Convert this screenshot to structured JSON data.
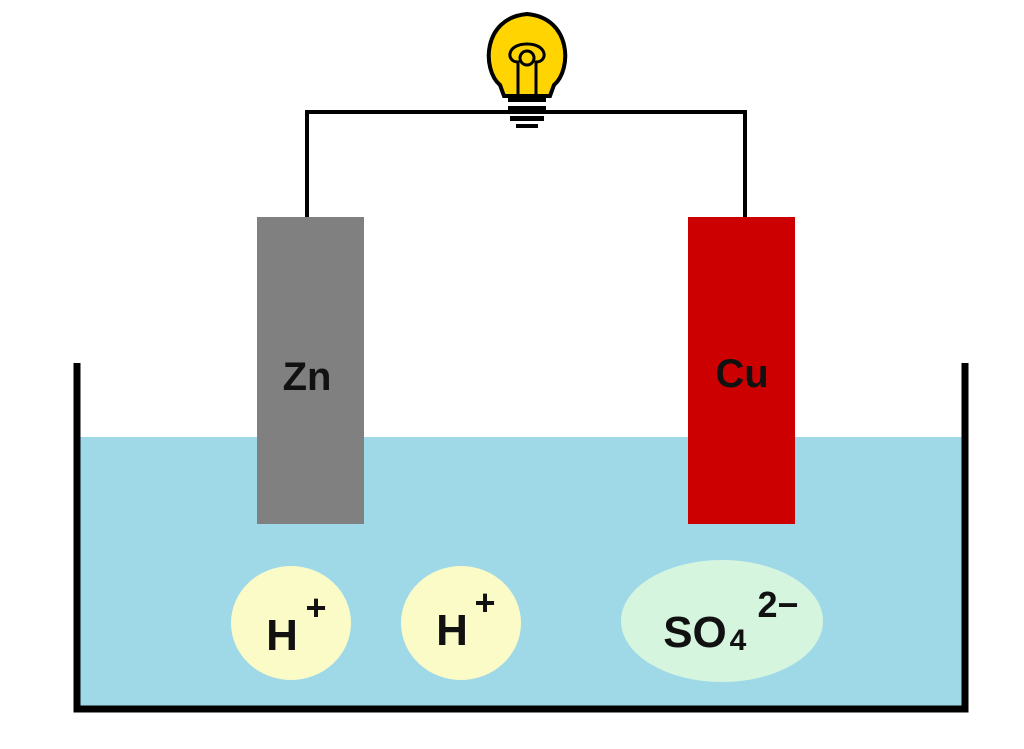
{
  "electrodes": {
    "left": {
      "label": "Zn",
      "color": "#808080"
    },
    "right": {
      "label": "Cu",
      "color": "#cc0000"
    }
  },
  "solution": {
    "color": "#9fd9e8"
  },
  "ions": [
    {
      "base": "H",
      "sub": "",
      "charge": "+",
      "color": "#fbfbc8"
    },
    {
      "base": "H",
      "sub": "",
      "charge": "+",
      "color": "#fbfbc8"
    },
    {
      "base": "SO",
      "sub": "4",
      "charge": "2−",
      "color": "#d6f5df"
    }
  ],
  "bulb": {
    "icon": "light-bulb-icon",
    "color": "#ffd400"
  },
  "wire": {
    "color": "#000000"
  }
}
